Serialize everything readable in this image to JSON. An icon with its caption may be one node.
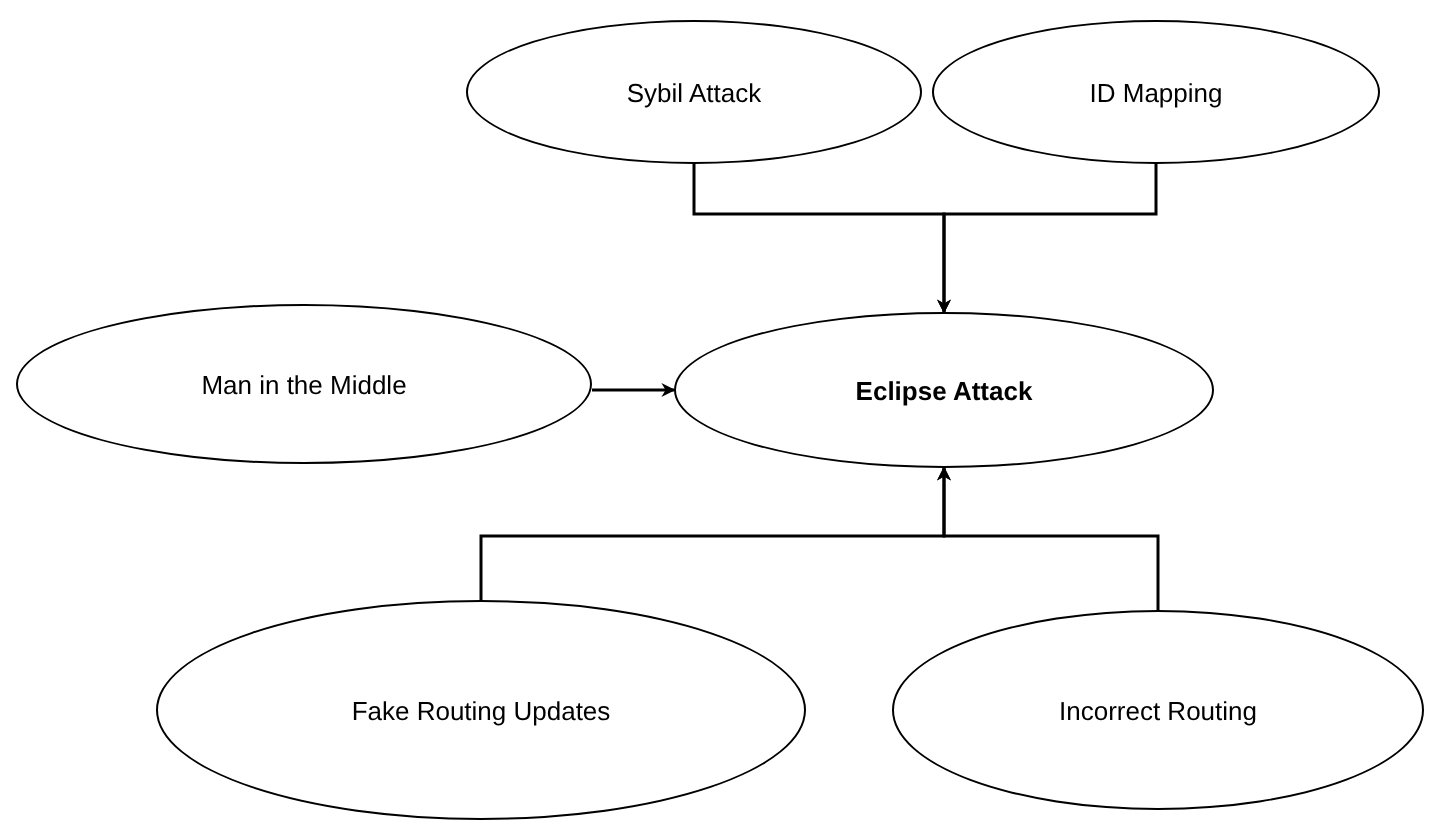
{
  "diagram": {
    "nodes": [
      {
        "text": [
          "Sybil Attack"
        ]
      },
      {
        "text": [
          "ID Mapping"
        ]
      },
      {
        "text": [
          "Man in the Middle"
        ]
      },
      {
        "text": [
          "Eclipse Attack"
        ]
      },
      {
        "text": [
          "Fake Routing Updates"
        ]
      },
      {
        "text": [
          "Incorrect Routing"
        ]
      }
    ],
    "edges": [
      {
        "from": 0,
        "to": 3,
        "arrow": "to"
      },
      {
        "from": 1,
        "to": 3,
        "arrow": "to"
      },
      {
        "from": 2,
        "to": 3,
        "arrow": "to"
      },
      {
        "from": 4,
        "to": 3,
        "arrow": "to"
      },
      {
        "from": 5,
        "to": 3,
        "arrow": "to"
      }
    ]
  }
}
